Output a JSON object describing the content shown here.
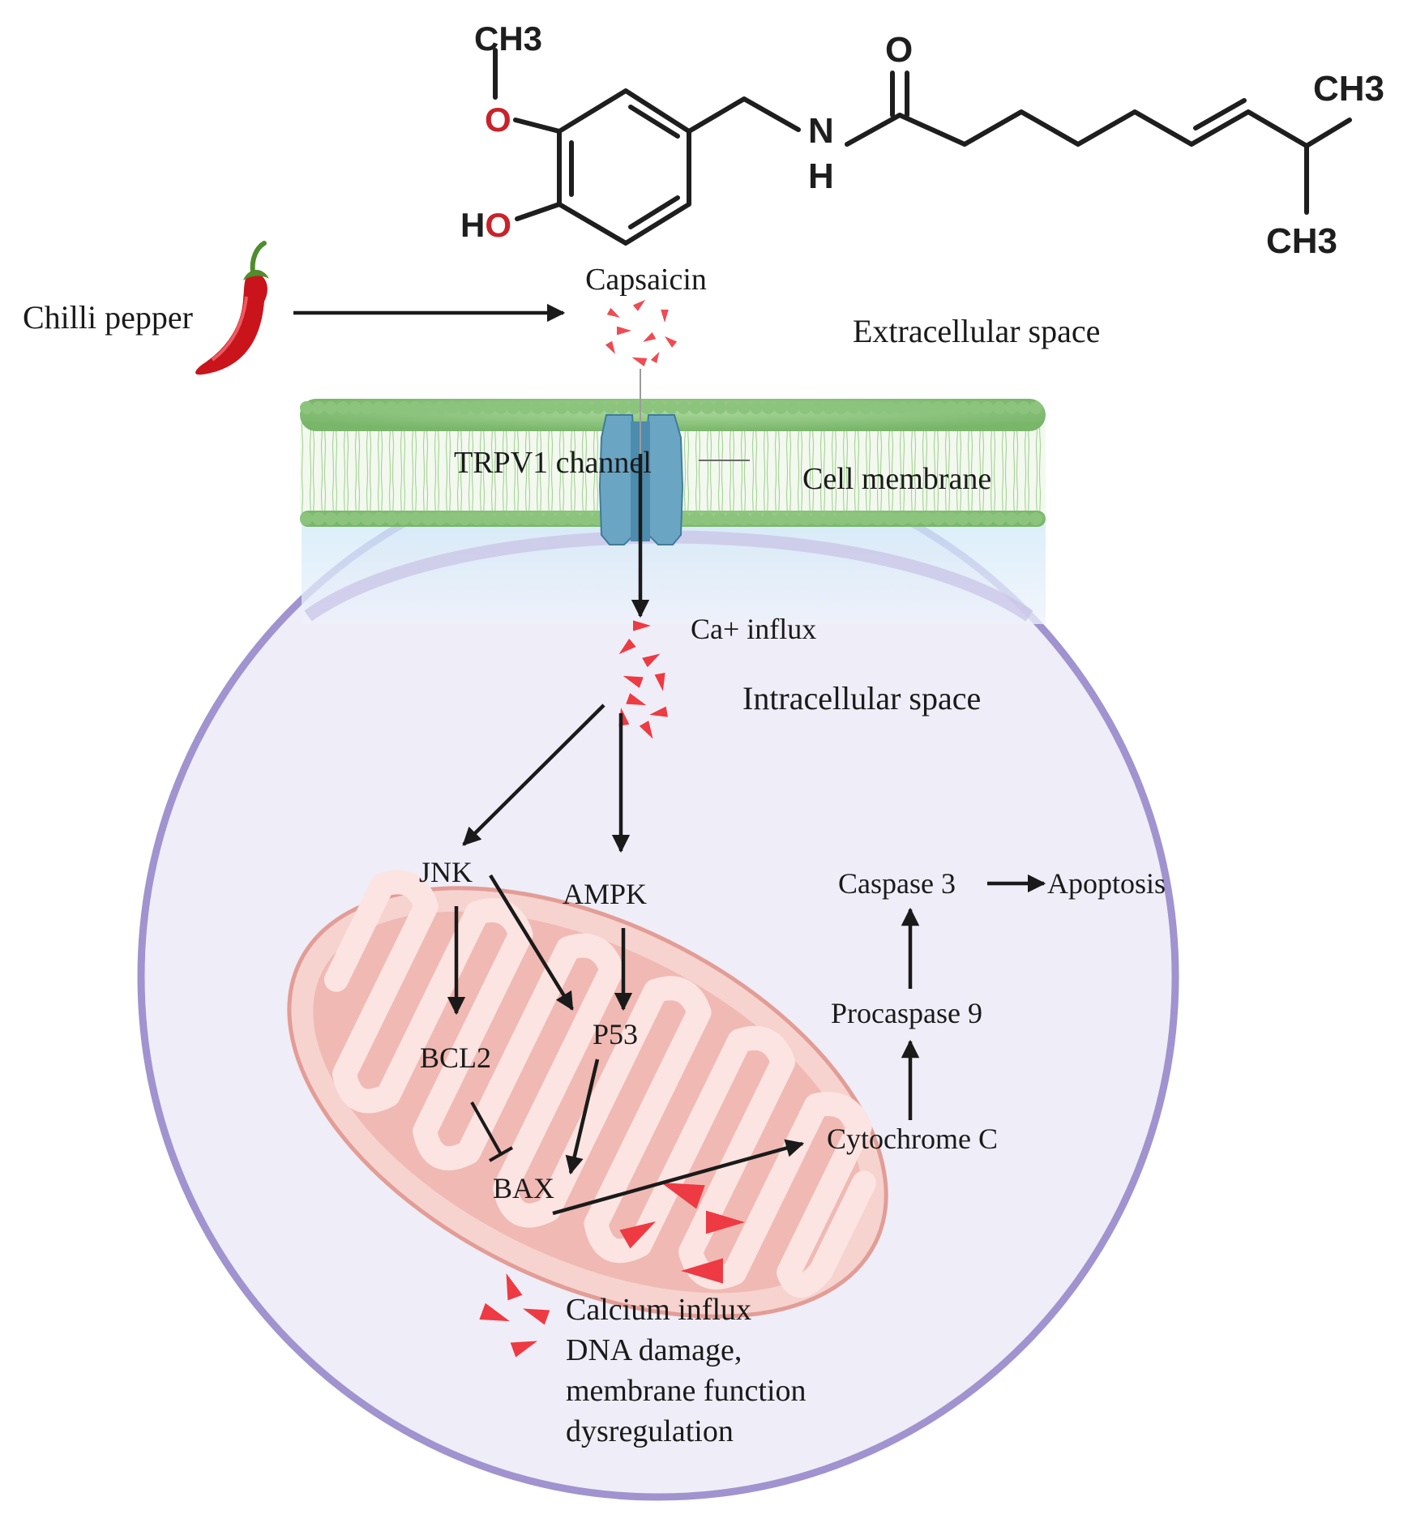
{
  "molecule": {
    "name": "Capsaicin",
    "atoms": {
      "ch3_methoxy": "CH3",
      "o_methoxy": "O",
      "ho": "HO",
      "n": "N",
      "nh_h": "H",
      "o_carbonyl": "O",
      "ch3_top": "CH3",
      "ch3_bottom": "CH3"
    }
  },
  "labels": {
    "chilli_pepper": "Chilli pepper",
    "extracellular": "Extracellular space",
    "trpv1": "TRPV1 channel",
    "cell_membrane": "Cell membrane",
    "ca_influx": "Ca+ influx",
    "intracellular": "Intracellular space"
  },
  "pathway": {
    "jnk": "JNK",
    "ampk": "AMPK",
    "bcl2": "BCL2",
    "p53": "P53",
    "bax": "BAX",
    "cytochrome_c": "Cytochrome C",
    "procaspase9": "Procaspase 9",
    "caspase3": "Caspase 3",
    "apoptosis": "Apoptosis"
  },
  "mito_effects": {
    "line1": "Calcium influx",
    "line2": "DNA damage,",
    "line3": "membrane function",
    "line4": "dysregulation"
  },
  "colors": {
    "cell_fill": "#efedf7",
    "cell_border": "#a093cf",
    "membrane_green": "#8cc47e",
    "channel_blue": "#6aa5c4",
    "mito_fill": "#f5cfcb",
    "mito_border": "#e29d96",
    "calcium_red": "#ee3a42",
    "pepper_red": "#c9141c",
    "oxygen_red": "#c8232a"
  }
}
